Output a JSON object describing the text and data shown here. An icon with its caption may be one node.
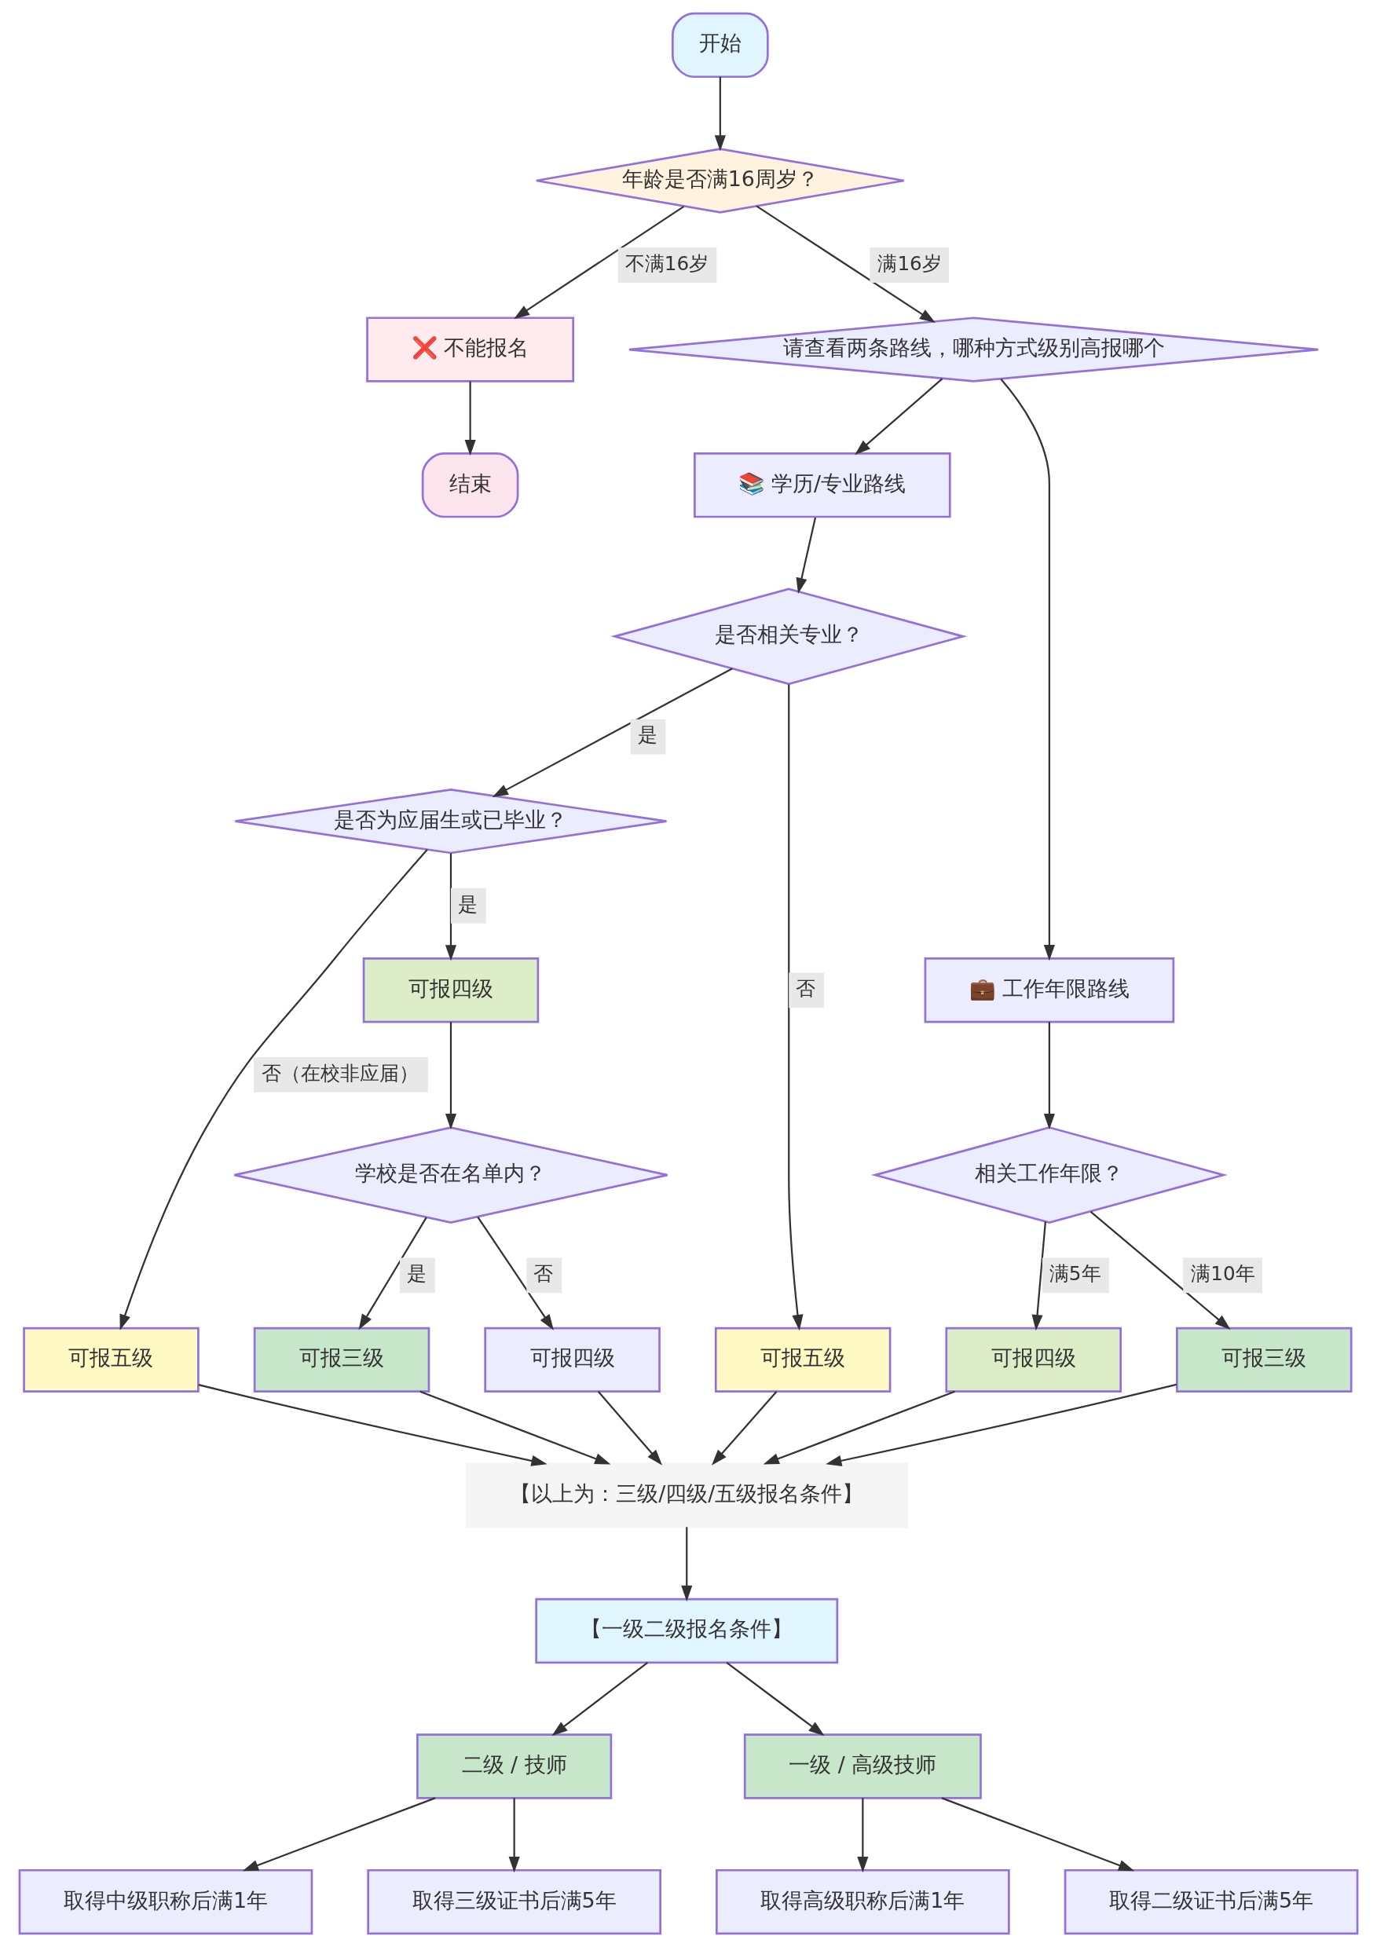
{
  "diagram": {
    "nodes": [
      {
        "text": [
          "开始"
        ]
      },
      {
        "text": [
          "年龄是否满16周岁？"
        ]
      },
      {
        "text": [
          "❌ 不能报名"
        ]
      },
      {
        "text": [
          "结束"
        ]
      },
      {
        "text": [
          "请查看两条路线，哪种方式级别高报哪个"
        ]
      },
      {
        "text": [
          "📚 学历/专业路线"
        ]
      },
      {
        "text": [
          "是否相关专业？"
        ]
      },
      {
        "text": [
          "是否为应届生或已毕业？"
        ]
      },
      {
        "text": [
          "可报五级"
        ]
      },
      {
        "text": [
          "可报五级"
        ]
      },
      {
        "text": [
          "可报四级"
        ]
      },
      {
        "text": [
          "学校是否在名单内？"
        ]
      },
      {
        "text": [
          "可报三级"
        ]
      },
      {
        "text": [
          "可报四级"
        ]
      },
      {
        "text": [
          "💼 工作年限路线"
        ]
      },
      {
        "text": [
          "相关工作年限？"
        ]
      },
      {
        "text": [
          "可报四级"
        ]
      },
      {
        "text": [
          "可报三级"
        ]
      },
      {
        "text": [
          "【以上为：三级/四级/五级报名条件】"
        ]
      },
      {
        "text": [
          "【一级二级报名条件】"
        ]
      },
      {
        "text": [
          "二级 / 技师"
        ]
      },
      {
        "text": [
          "一级 / 高级技师"
        ]
      },
      {
        "text": [
          "取得中级职称后满1年"
        ]
      },
      {
        "text": [
          "取得三级证书后满5年"
        ]
      },
      {
        "text": [
          "取得高级职称后满1年"
        ]
      },
      {
        "text": [
          "取得二级证书后满5年"
        ]
      }
    ],
    "edges": [
      {
        "from": 0,
        "to": 1,
        "arrow": "to"
      },
      {
        "from": 1,
        "to": 2,
        "arrow": "to",
        "label": "不满16岁"
      },
      {
        "from": 1,
        "to": 4,
        "arrow": "to",
        "label": "满16岁"
      },
      {
        "from": 2,
        "to": 3,
        "arrow": "to"
      },
      {
        "from": 4,
        "to": 5,
        "arrow": "to"
      },
      {
        "from": 4,
        "to": 14,
        "arrow": "to"
      },
      {
        "from": 5,
        "to": 6,
        "arrow": "to"
      },
      {
        "from": 6,
        "to": 8,
        "arrow": "to",
        "label": "否"
      },
      {
        "from": 6,
        "to": 7,
        "arrow": "to",
        "label": "是"
      },
      {
        "from": 7,
        "to": 9,
        "arrow": "to",
        "label": "否（在校非应届）"
      },
      {
        "from": 7,
        "to": 10,
        "arrow": "to",
        "label": "是"
      },
      {
        "from": 10,
        "to": 11,
        "arrow": "to"
      },
      {
        "from": 11,
        "to": 12,
        "arrow": "to",
        "label": "是"
      },
      {
        "from": 11,
        "to": 13,
        "arrow": "to",
        "label": "否"
      },
      {
        "from": 14,
        "to": 15,
        "arrow": "to"
      },
      {
        "from": 15,
        "to": 16,
        "arrow": "to",
        "label": "满5年"
      },
      {
        "from": 15,
        "to": 17,
        "arrow": "to",
        "label": "满10年"
      },
      {
        "from": 8,
        "to": 18,
        "arrow": "to"
      },
      {
        "from": 9,
        "to": 18,
        "arrow": "to"
      },
      {
        "from": 12,
        "to": 18,
        "arrow": "to"
      },
      {
        "from": 13,
        "to": 18,
        "arrow": "to"
      },
      {
        "from": 16,
        "to": 18,
        "arrow": "to"
      },
      {
        "from": 17,
        "to": 18,
        "arrow": "to"
      },
      {
        "from": 18,
        "to": 19,
        "arrow": "to"
      },
      {
        "from": 19,
        "to": 20,
        "arrow": "to"
      },
      {
        "from": 19,
        "to": 21,
        "arrow": "to"
      },
      {
        "from": 20,
        "to": 22,
        "arrow": "to"
      },
      {
        "from": 20,
        "to": 23,
        "arrow": "to"
      },
      {
        "from": 21,
        "to": 24,
        "arrow": "to"
      },
      {
        "from": 21,
        "to": 25,
        "arrow": "to"
      }
    ]
  }
}
